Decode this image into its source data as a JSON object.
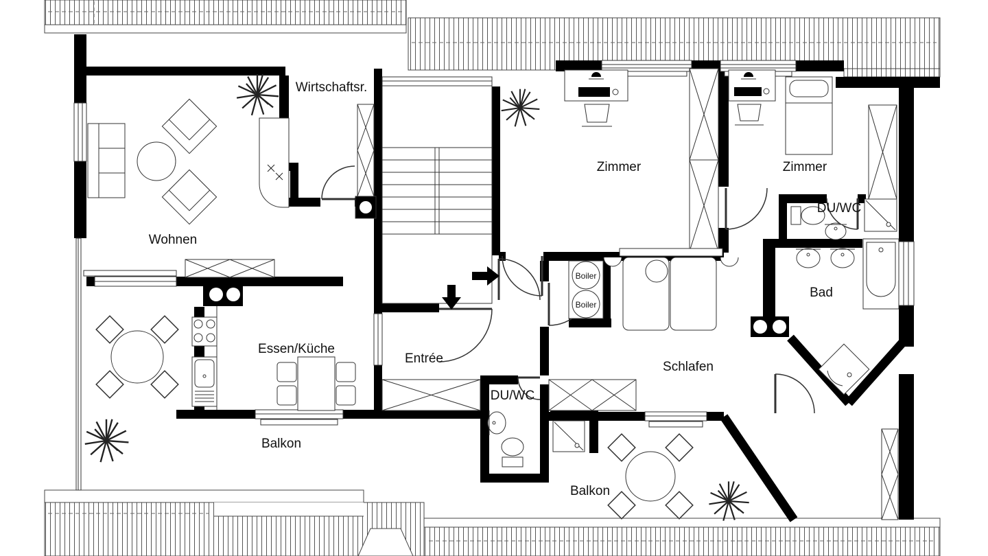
{
  "plan": {
    "rooms": {
      "wirtschaftsraum": "Wirtschaftsr.",
      "wohnen": "Wohnen",
      "zimmer_links": "Zimmer",
      "zimmer_rechts": "Zimmer",
      "du_wc_oben": "DU/WC",
      "bad": "Bad",
      "essen_kueche": "Essen/Küche",
      "entree": "Entrée",
      "schlafen": "Schlafen",
      "du_wc_unten": "DU/WC",
      "balkon_links": "Balkon",
      "balkon_rechts": "Balkon"
    },
    "fixtures": {
      "boiler_1": "Boiler",
      "boiler_2": "Boiler"
    },
    "colors": {
      "wall": "#000000",
      "line": "#333333",
      "background": "#ffffff",
      "hatch": "#555555"
    }
  }
}
